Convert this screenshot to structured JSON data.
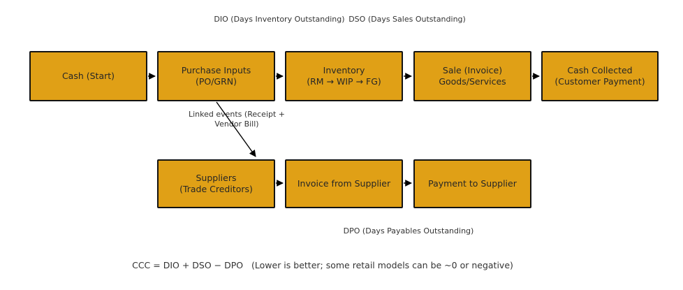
{
  "theme": {
    "background": "#ffffff",
    "box_fill": "#e0a016",
    "box_border": "#131313",
    "box_text_color": "#262626",
    "label_text_color": "#333333",
    "arrow_color": "#000000"
  },
  "nodes": [
    {
      "id": "cash-start",
      "line1": "Cash (Start)",
      "line2": ""
    },
    {
      "id": "purchase-inputs",
      "line1": "Purchase Inputs",
      "line2": "(PO/GRN)"
    },
    {
      "id": "inventory",
      "line1": "Inventory",
      "line2": "(RM → WIP → FG)"
    },
    {
      "id": "sale-invoice",
      "line1": "Sale (Invoice)",
      "line2": "Goods/Services"
    },
    {
      "id": "cash-collected",
      "line1": "Cash Collected",
      "line2": "(Customer Payment)"
    },
    {
      "id": "suppliers",
      "line1": "Suppliers",
      "line2": "(Trade Creditors)"
    },
    {
      "id": "invoice-from-supplier",
      "line1": "Invoice from Supplier",
      "line2": ""
    },
    {
      "id": "payment-to-supplier",
      "line1": "Payment to Supplier",
      "line2": ""
    }
  ],
  "labels": {
    "dio_title": "DIO",
    "dio_sub": "(Days Inventory Outstanding)",
    "dso_title": "DSO",
    "dso_sub": "(Days Sales Outstanding)",
    "linked_title": "Linked events",
    "linked_sub": "(Receipt + Vendor Bill)",
    "dpo": "DPO (Days Payables Outstanding)",
    "formula": "CCC = DIO + DSO − DPO   (Lower is better; some retail models can be ~0 or negative)"
  }
}
